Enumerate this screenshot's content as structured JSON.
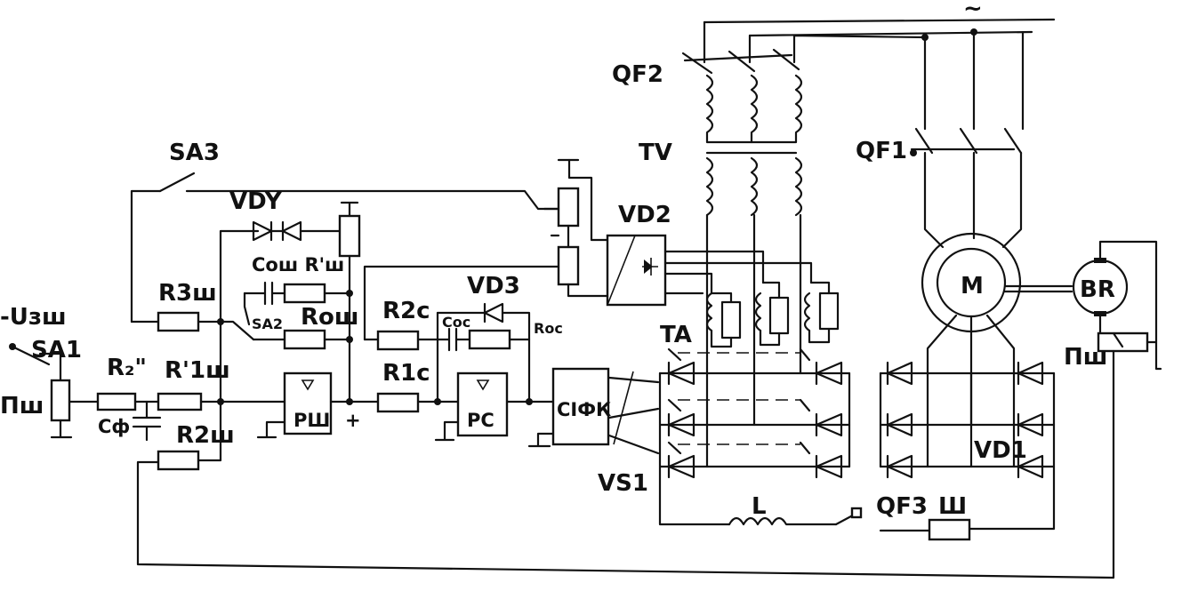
{
  "labels": {
    "qf2": "QF2",
    "tv": "TV",
    "qf1": "QF1",
    "sa3": "SA3",
    "vd4": "VDY",
    "vd2": "VD2",
    "vd3": "VD3",
    "cosh_rsh": "Cош R'ш",
    "r3sh": "R3ш",
    "sa2": "SA2",
    "rosh": "Rош",
    "r2c": "R2c",
    "coc": "Cос",
    "roc": "Roc",
    "ta": "TA",
    "izsh": "-Uзш",
    "sa1": "SA1",
    "psh_left": "Пш",
    "r2pp": "R₂\"",
    "r1sh": "R'1ш",
    "r1c": "R1c",
    "cf": "Cф",
    "r2sh": "R2ш",
    "rsh_block": "РШ",
    "plus": "+",
    "pc_block": "PC",
    "sifu_block": "СІФК",
    "vs1": "VS1",
    "vd1": "VD1",
    "l": "L",
    "qf3": "QF3",
    "sh": "Ш",
    "motor": "M",
    "br": "BR",
    "psh_right": "Пш",
    "ac": "~"
  },
  "colors": {
    "ink": "#111111",
    "paper": "#ffffff"
  }
}
